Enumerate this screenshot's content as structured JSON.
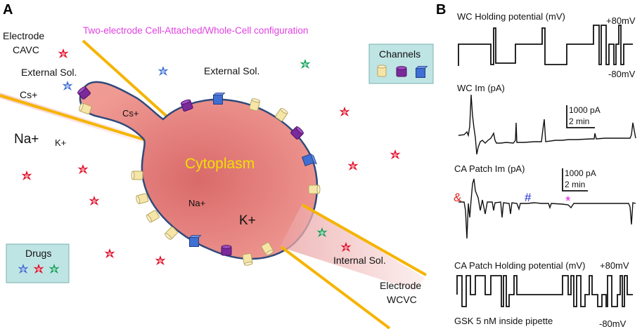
{
  "panel_a": {
    "label": "A",
    "title": "Two-electrode Cell-Attached/Whole-Cell configuration",
    "electrode_cavc": [
      "Electrode",
      "CAVC"
    ],
    "electrode_wcvc": [
      "Electrode",
      "WCVC"
    ],
    "external_sol_left": "External Sol.",
    "external_sol_top": "External Sol.",
    "internal_sol": "Internal Sol.",
    "cs_out": "Cs+",
    "cs_in": "Cs+",
    "na_out": "Na+",
    "k_out": "K+",
    "cytoplasm": "Cytoplasm",
    "na_in": "Na+",
    "k_in": "K+",
    "channels_title": "Channels",
    "drugs_title": "Drugs",
    "colors": {
      "cell_fill": "#e8817e",
      "cell_border": "#2f4a7a",
      "electrode": "#f5b400",
      "title": "#e040e0",
      "cytoplasm_text": "#f0e000",
      "legend_bg": "#bfe4e4",
      "star_red": "#e0102a",
      "star_blue": "#3f6fd0",
      "star_green": "#12a05a",
      "channel_yellow": "#f5e6a8",
      "channel_purple": "#7a2a9a",
      "channel_blue": "#3f6fd0"
    }
  },
  "panel_b": {
    "label": "B",
    "wc_holding": {
      "title": "WC Holding potential (mV)",
      "top_label": "+80mV",
      "bottom_label": "-80mV"
    },
    "wc_im": {
      "title": "WC Im (pA)",
      "scale_y": "1000 pA",
      "scale_x": "2 min"
    },
    "ca_im": {
      "title": "CA Patch Im (pA)",
      "scale_y": "1000 pA",
      "scale_x": "2 min",
      "marker_1": "&",
      "marker_2": "#",
      "marker_3": "*"
    },
    "ca_holding": {
      "title": "CA Patch Holding potential (mV)",
      "top_label": "+80mV",
      "bottom_label": "-80mV"
    },
    "footnote": "GSK 5 nM inside pipette",
    "colors": {
      "marker_1": "#e0201a",
      "marker_2": "#1a2ad0",
      "marker_3": "#e020e0"
    }
  }
}
